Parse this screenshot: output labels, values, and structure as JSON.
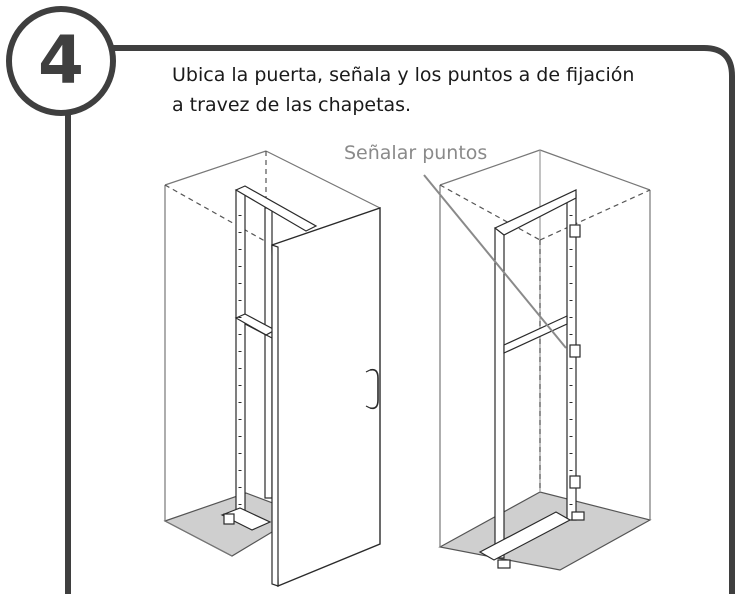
{
  "step": {
    "number": "4",
    "instruction_line1": "Ubica la puerta, señala y los puntos a de fijación",
    "instruction_line2": "a travez de las chapetas."
  },
  "callout": {
    "label": "Señalar puntos"
  },
  "colors": {
    "frame": "#3f3f3f",
    "callout_line": "#8a8a8a",
    "floor": "#cfcfcf",
    "line": "#2a2a2a"
  }
}
